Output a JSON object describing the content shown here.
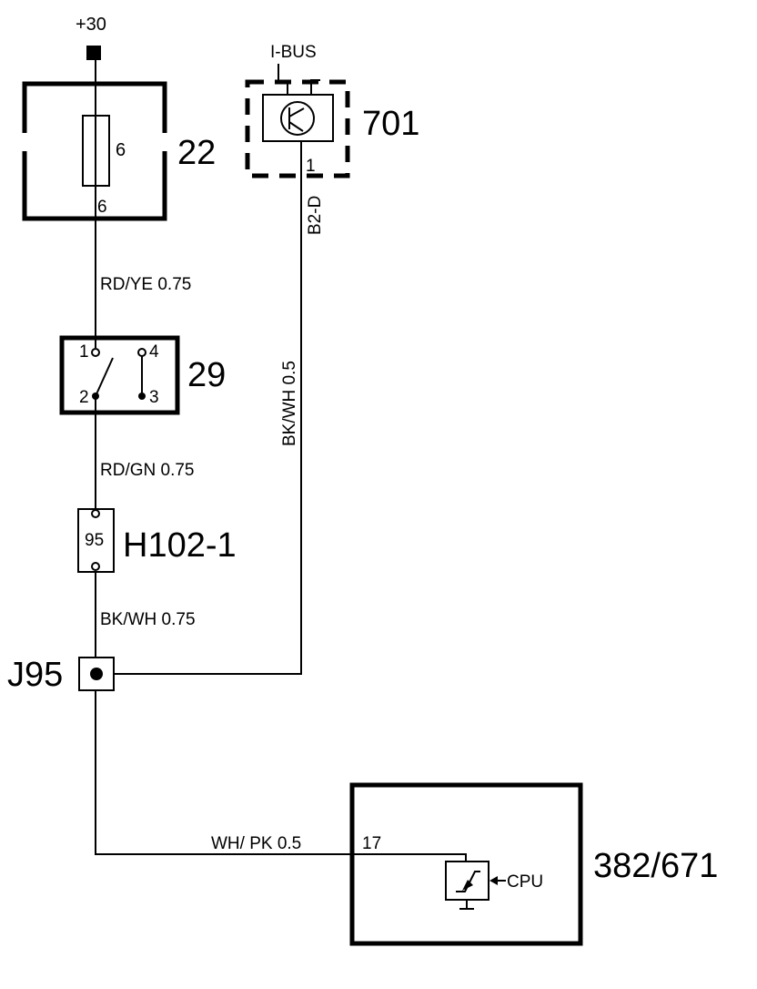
{
  "supply": {
    "label": "+30"
  },
  "fuse": {
    "id": "22",
    "value": "6",
    "pin": "6"
  },
  "ibus_unit": {
    "id": "701",
    "bus_label": "I-BUS",
    "pin": "1",
    "signal": "B2-D"
  },
  "wires": {
    "w1": "RD/YE  0.75",
    "w2": "RD/GN  0.75",
    "w3": "BK/WH  0.75",
    "w4": "BK/WH  0.5",
    "w5": "WH/ PK  0.5"
  },
  "switch": {
    "id": "29",
    "pins": [
      "1",
      "2",
      "3",
      "4"
    ]
  },
  "connector": {
    "id": "H102-1",
    "pin": "95"
  },
  "junction": {
    "id": "J95"
  },
  "control_unit": {
    "id": "382/671",
    "pin": "17",
    "cpu_label": "CPU"
  }
}
